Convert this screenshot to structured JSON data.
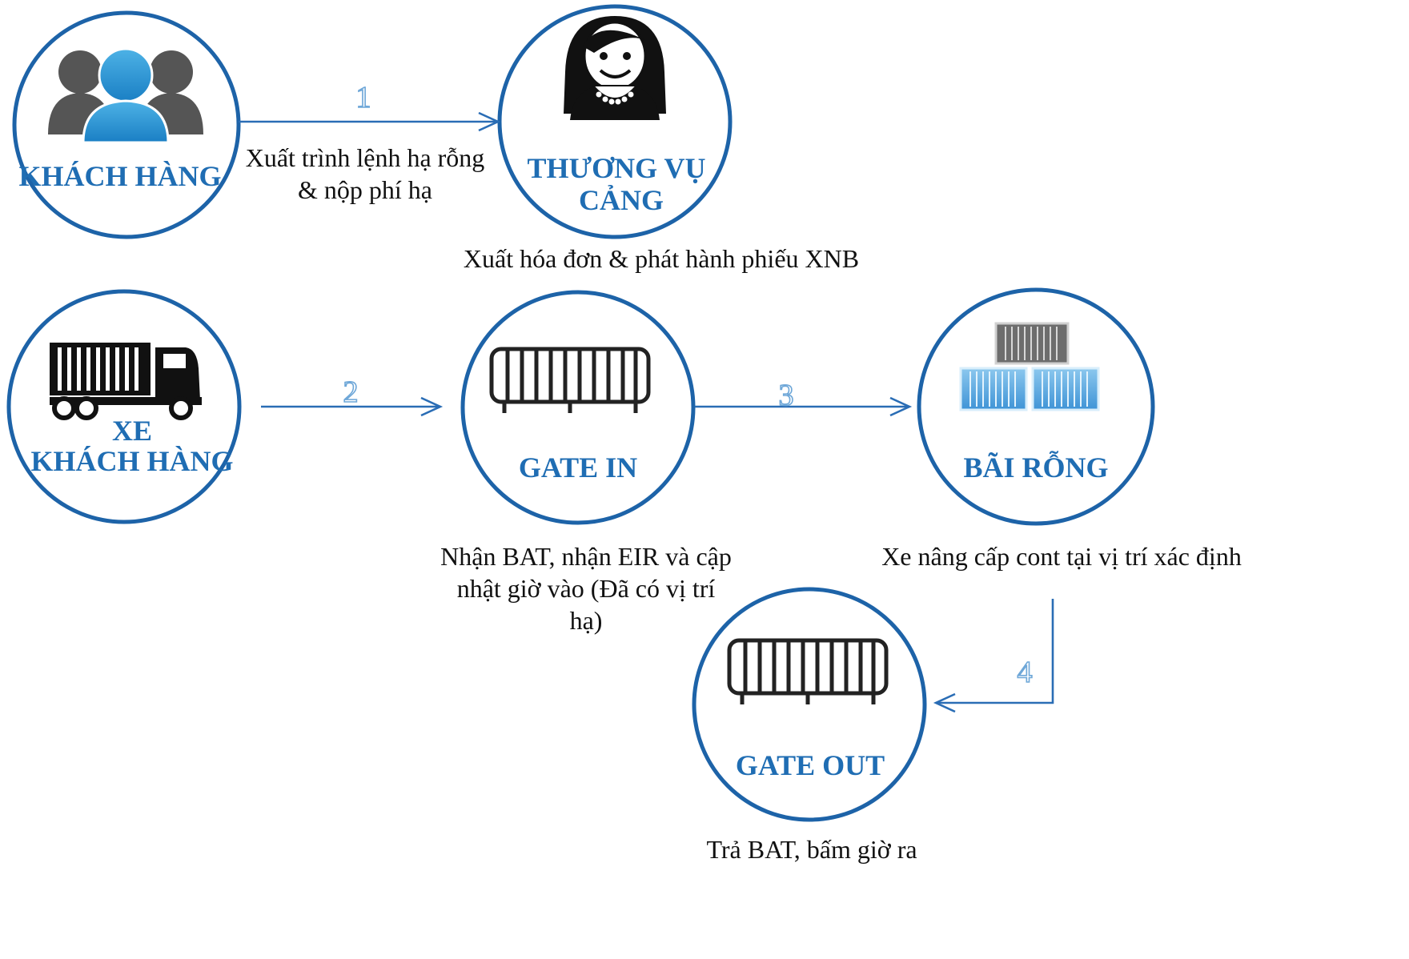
{
  "nodes": {
    "khach_hang": {
      "label": "KHÁCH HÀNG"
    },
    "thuong_vu": {
      "label_line1": "THƯƠNG VỤ",
      "label_line2": "CẢNG"
    },
    "xe_khach_hang": {
      "label_line1": "XE",
      "label_line2": "KHÁCH HÀNG"
    },
    "gate_in": {
      "label": "GATE IN"
    },
    "bai_rong": {
      "label": "BÃI RỖNG"
    },
    "gate_out": {
      "label": "GATE OUT"
    }
  },
  "steps": {
    "s1": "1",
    "s2": "2",
    "s3": "3",
    "s4": "4"
  },
  "descriptions": {
    "step1_line1": "Xuất trình lệnh hạ rỗng",
    "step1_line2": "& nộp phí hạ",
    "thuong_vu": "Xuất hóa đơn & phát hành phiếu XNB",
    "gate_in_line1": "Nhận BAT, nhận EIR và cập",
    "gate_in_line2": "nhật giờ vào (Đã có vị trí",
    "gate_in_line3": "hạ)",
    "bai_rong": "Xe nâng cấp cont tại vị trí xác định",
    "gate_out": "Trả BAT, bấm giờ ra"
  },
  "colors": {
    "circle_stroke": "#1d63a8",
    "label": "#1f6db3",
    "arrow": "#2a6db5"
  },
  "icons": [
    "users-icon",
    "woman-icon",
    "truck-icon",
    "gate-icon",
    "containers-icon",
    "gate-icon"
  ]
}
